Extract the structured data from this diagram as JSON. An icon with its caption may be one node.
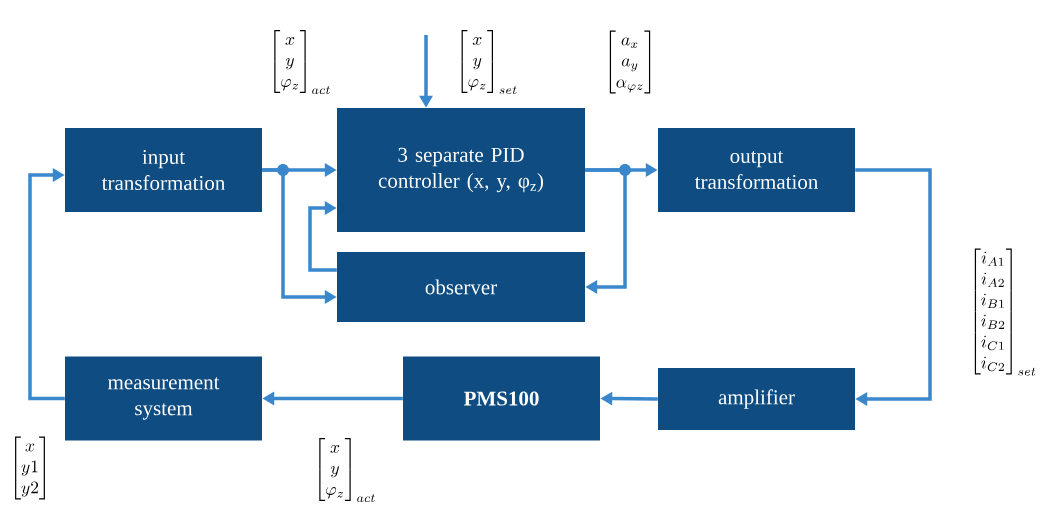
{
  "diagram": {
    "nodes": [
      {
        "text": [
          "input transformation"
        ]
      },
      {
        "text": [
          "3 separate PID controller (x, y, φ$_{z}$)"
        ]
      },
      {
        "text": [
          "output transformation"
        ]
      },
      {
        "text": [
          "observer"
        ]
      },
      {
        "text": [
          "measurement system"
        ]
      },
      {
        "text": [
          "PMS100"
        ]
      },
      {
        "text": [
          "amplifier"
        ]
      }
    ],
    "edges": [
      {
        "from": 0,
        "to": 1,
        "arrow": "to"
      },
      {
        "from": 0,
        "to": 3,
        "arrow": "to"
      },
      {
        "from": 1,
        "to": 2,
        "arrow": "to"
      },
      {
        "from": 1,
        "to": 3,
        "arrow": "to"
      },
      {
        "from": 3,
        "to": 1,
        "arrow": "to"
      },
      {
        "from": null,
        "to": 1,
        "arrow": "to"
      },
      {
        "from": 2,
        "to": 6,
        "arrow": "to"
      },
      {
        "from": 6,
        "to": 5,
        "arrow": "to"
      },
      {
        "from": 5,
        "to": 4,
        "arrow": "to"
      },
      {
        "from": 4,
        "to": 0,
        "arrow": "to"
      }
    ],
    "labels": [
      "\\begin{bmatrix}x\\\\ y\\\\ \\varphi_z\\end{bmatrix}_{act}",
      "\\begin{bmatrix}x\\\\ y\\\\ \\varphi_z\\end{bmatrix}_{set}",
      "\\begin{bmatrix}a_x\\\\ a_y\\\\ \\alpha_{\\varphi z}\\end{bmatrix}",
      "\\begin{bmatrix}i_{A1}\\\\ i_{A2}\\\\ i_{B1}\\\\ i_{B2}\\\\ i_{C1}\\\\ i_{C2}\\end{bmatrix}_{set}",
      "\\begin{bmatrix}x\\\\ y1\\\\ y2\\end{bmatrix}",
      "\\begin{bmatrix}x\\\\ y\\\\ \\varphi_z\\end{bmatrix}_{act}"
    ]
  }
}
